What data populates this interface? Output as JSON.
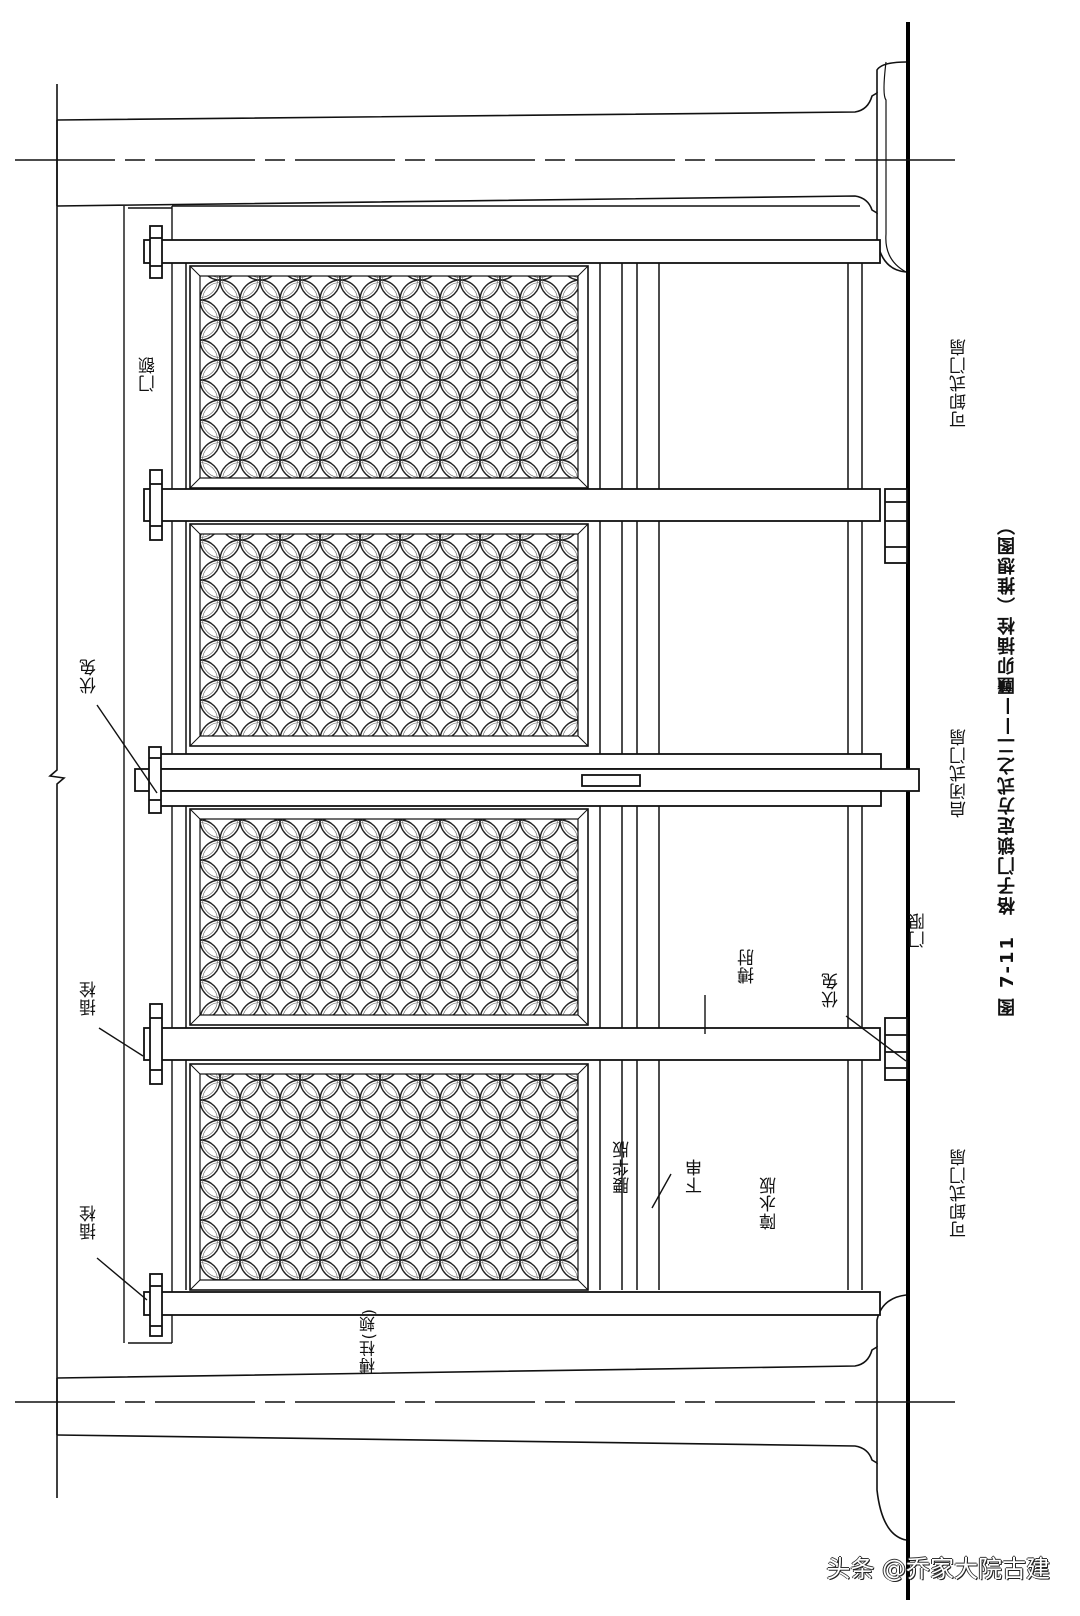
{
  "figure": {
    "caption": "图 7-11　格子门锁定方式之二——㔶卯插栓（推想图）",
    "number": "图 7-11",
    "title": "格子门锁定方式之二——㔶卯插栓（推想图）"
  },
  "labels": {
    "men_e": "门额",
    "futu_left": "伏兔",
    "chashuan_upper": "插栓",
    "chashuan_lower": "插栓",
    "bozhu": "榑柱(颊)",
    "yaohua_ban": "腰华版",
    "xia_chuan": "下串",
    "zhangshui_ban": "障水版",
    "bozhou": "搏肘",
    "futu_right": "伏兔",
    "men_xian": "门限",
    "kexie_top": "可卸式门扇",
    "qibi": "启闭式门扇",
    "kexie_bottom": "可卸式门扇"
  },
  "watermark": "头条 @乔家大院古建",
  "colors": {
    "line": "#111111",
    "background": "#ffffff"
  }
}
